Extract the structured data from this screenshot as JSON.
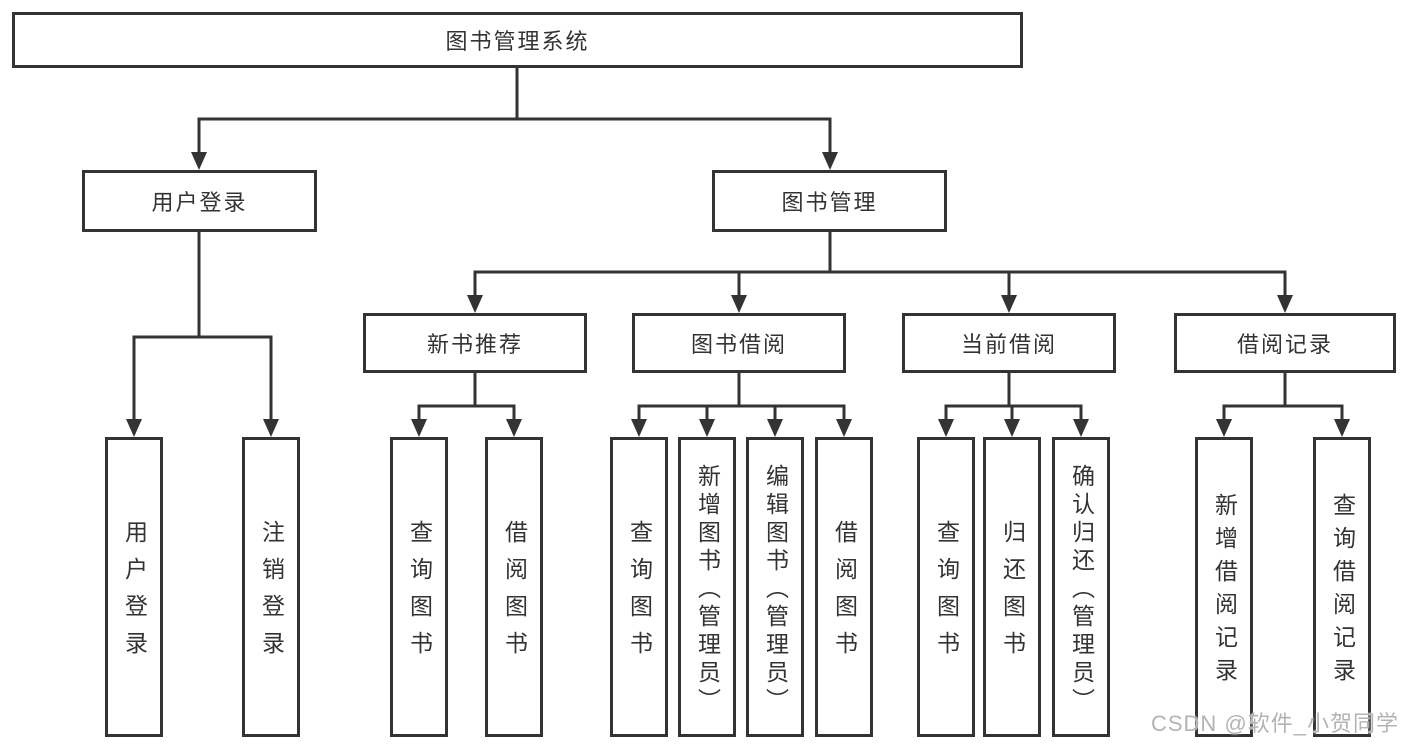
{
  "diagram": {
    "root": {
      "label": "图书管理系统",
      "children": [
        {
          "label": "用户登录",
          "children": [
            {
              "label": "用户登录"
            },
            {
              "label": "注销登录"
            }
          ]
        },
        {
          "label": "图书管理",
          "children": [
            {
              "label": "新书推荐",
              "children": [
                {
                  "label": "查询图书"
                },
                {
                  "label": "借阅图书"
                }
              ]
            },
            {
              "label": "图书借阅",
              "children": [
                {
                  "label": "查询图书"
                },
                {
                  "label": "新增图书（管理员）"
                },
                {
                  "label": "编辑图书（管理员）"
                },
                {
                  "label": "借阅图书"
                }
              ]
            },
            {
              "label": "当前借阅",
              "children": [
                {
                  "label": "查询图书"
                },
                {
                  "label": "归还图书"
                },
                {
                  "label": "确认归还（管理员）"
                }
              ]
            },
            {
              "label": "借阅记录",
              "children": [
                {
                  "label": "新增借阅记录"
                },
                {
                  "label": "查询借阅记录"
                }
              ]
            }
          ]
        }
      ]
    },
    "colors": {
      "line": "#333333",
      "box_border": "#333333",
      "box_fill": "#ffffff",
      "text": "#333333",
      "background": "#ffffff",
      "watermark": "#b3b3b3"
    }
  },
  "watermark": {
    "text": "CSDN @软件_小贺同学"
  }
}
